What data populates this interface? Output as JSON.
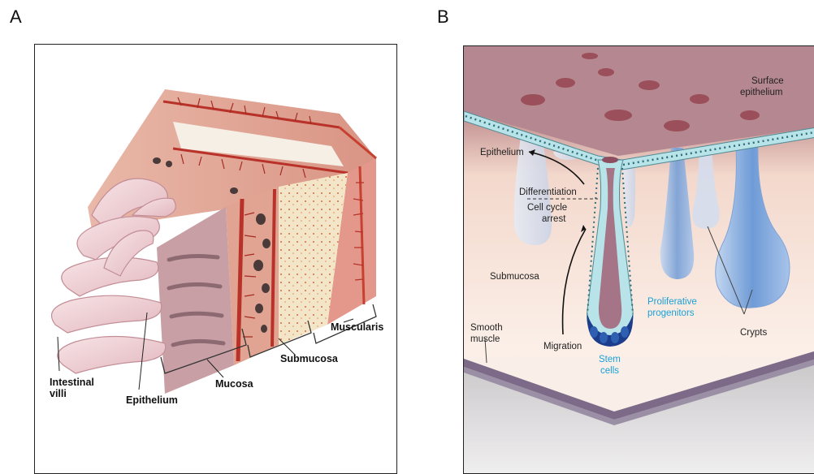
{
  "panels": {
    "a": {
      "letter": "A",
      "labels": {
        "intestinal_villi_1": "Intestinal",
        "intestinal_villi_2": "villi",
        "epithelium": "Epithelium",
        "mucosa": "Mucosa",
        "submucosa": "Submucosa",
        "muscularis": "Muscularis"
      }
    },
    "b": {
      "letter": "B",
      "labels": {
        "surface_epithelium_1": "Surface",
        "surface_epithelium_2": "epithelium",
        "epithelium": "Epithelium",
        "differentiation": "Differentiation",
        "cell_cycle_arrest_1": "Cell cycle",
        "cell_cycle_arrest_2": "arrest",
        "submucosa": "Submucosa",
        "proliferative_progenitors_1": "Proliferative",
        "proliferative_progenitors_2": "progenitors",
        "smooth_muscle_1": "Smooth",
        "smooth_muscle_2": "muscle",
        "migration": "Migration",
        "stem_cells_1": "Stem",
        "stem_cells_2": "cells",
        "crypts": "Crypts"
      }
    }
  },
  "colors": {
    "tissue_pink": "#e8a79a",
    "vessel_red": "#b8322a",
    "submucosa_cream": "#f3e6c8",
    "crypt_blue": "#6f9bd6",
    "progenitor_cyan": "#1aa0d8",
    "stem_dark_blue": "#1c3c8c"
  }
}
